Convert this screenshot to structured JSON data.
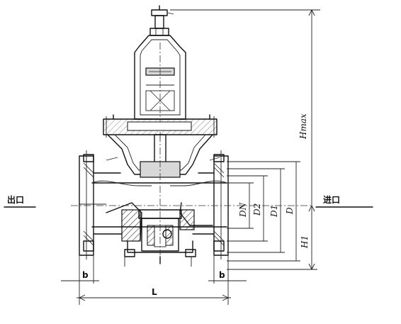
{
  "labels": {
    "outlet": "出口",
    "inlet": "进口",
    "hmax": "Hmax",
    "h1": "H1",
    "d": "D",
    "d1": "D1",
    "d2": "D2",
    "dn": "DN",
    "l": "L",
    "b_left": "b",
    "b_right": "b"
  }
}
